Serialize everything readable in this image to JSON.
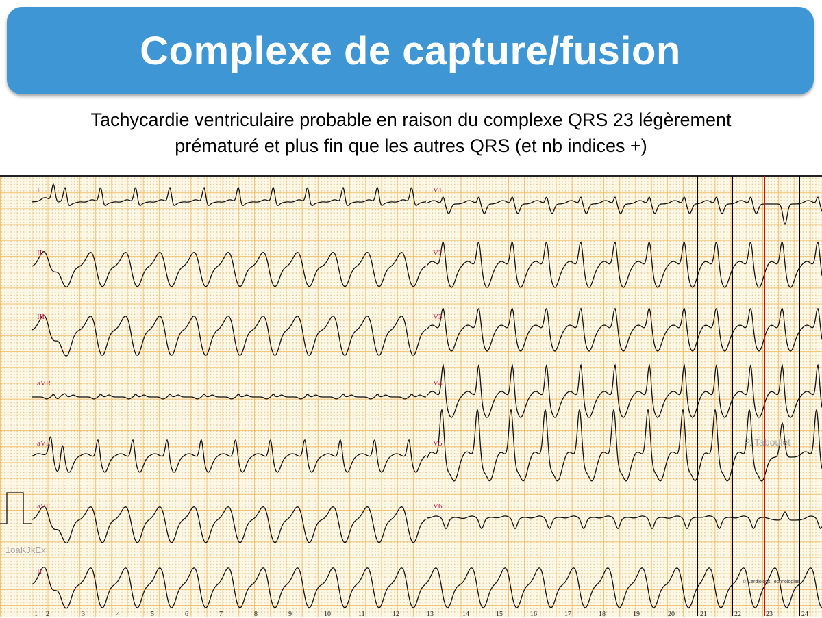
{
  "slide": {
    "title": "Complexe de capture/fusion",
    "subtitle_line1": "Tachycardie ventriculaire probable en raison du complexe QRS 23 légèrement",
    "subtitle_line2": "prématuré et plus fin que les autres QRS (et nb indices +)"
  },
  "ecg": {
    "leads_left": [
      "I",
      "II",
      "III",
      "aVR",
      "aVL",
      "aVF",
      "II"
    ],
    "leads_right": [
      "V1",
      "V2",
      "V3",
      "V4",
      "V5",
      "V6"
    ],
    "beat_numbers": [
      "1",
      "2",
      "3",
      "4",
      "5",
      "6",
      "7",
      "8",
      "9",
      "10",
      "11",
      "12",
      "13",
      "14",
      "15",
      "16",
      "17",
      "18",
      "19",
      "20",
      "21",
      "22",
      "23",
      "24"
    ],
    "watermark_author": "P. Taboulet",
    "watermark_id": "1oaKJkEx",
    "copyright": "© Cardiologs Technologies",
    "marker_colors": {
      "normal": "#000000",
      "capture": "#cc1111"
    },
    "highlighted_beat": "23"
  }
}
